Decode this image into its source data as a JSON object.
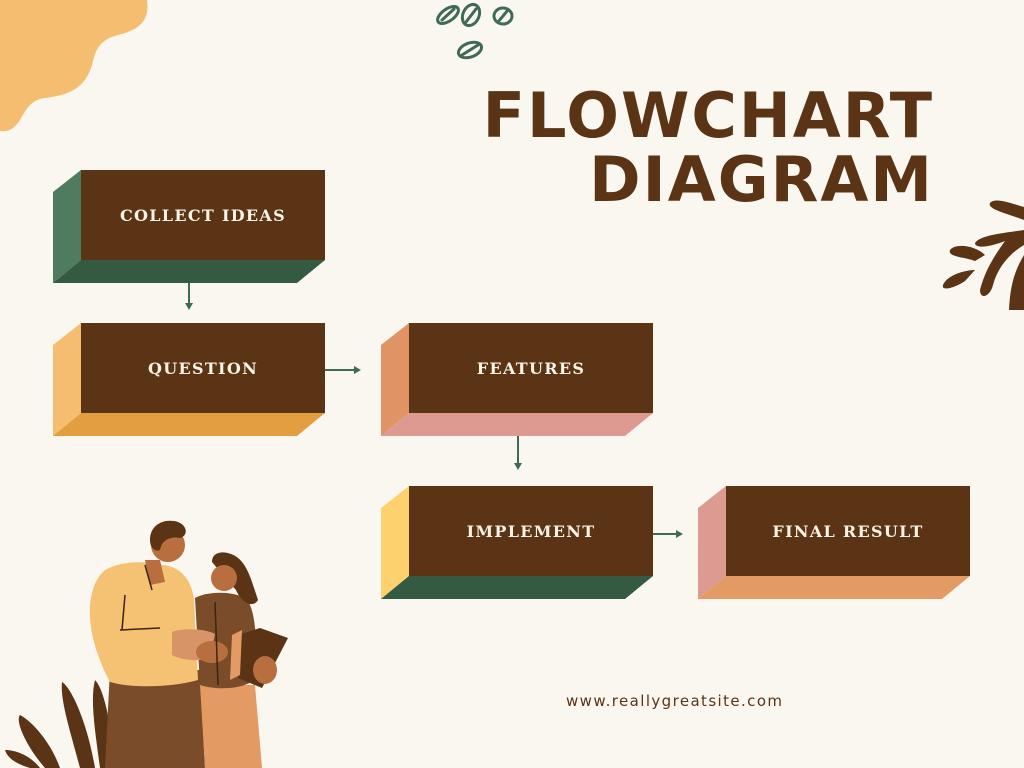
{
  "title": {
    "line1": "FLOWCHART",
    "line2": "DIAGRAM"
  },
  "colors": {
    "background": "#faf7f1",
    "box_face": "#5a3415",
    "text_light": "#fbf3e6",
    "arrow": "#3f6b52",
    "title": "#5a3415"
  },
  "nodes": [
    {
      "id": "collect-ideas",
      "label": "COLLECT IDEAS",
      "side_color": "#4f7b5f",
      "bottom_color": "#345a41"
    },
    {
      "id": "question",
      "label": "QUESTION",
      "side_color": "#f5bd70",
      "bottom_color": "#e39f3f"
    },
    {
      "id": "features",
      "label": "FEATURES",
      "side_color": "#e09465",
      "bottom_color": "#dc9a90"
    },
    {
      "id": "implement",
      "label": "IMPLEMENT",
      "side_color": "#fdd16e",
      "bottom_color": "#345a41"
    },
    {
      "id": "final-result",
      "label": "FINAL RESULT",
      "side_color": "#dc9a90",
      "bottom_color": "#e39a63"
    }
  ],
  "edges": [
    {
      "from": "collect-ideas",
      "to": "question",
      "direction": "down"
    },
    {
      "from": "question",
      "to": "features",
      "direction": "right"
    },
    {
      "from": "features",
      "to": "implement",
      "direction": "down"
    },
    {
      "from": "implement",
      "to": "final-result",
      "direction": "right"
    }
  ],
  "footer": {
    "url": "www.reallygreatsite.com"
  }
}
